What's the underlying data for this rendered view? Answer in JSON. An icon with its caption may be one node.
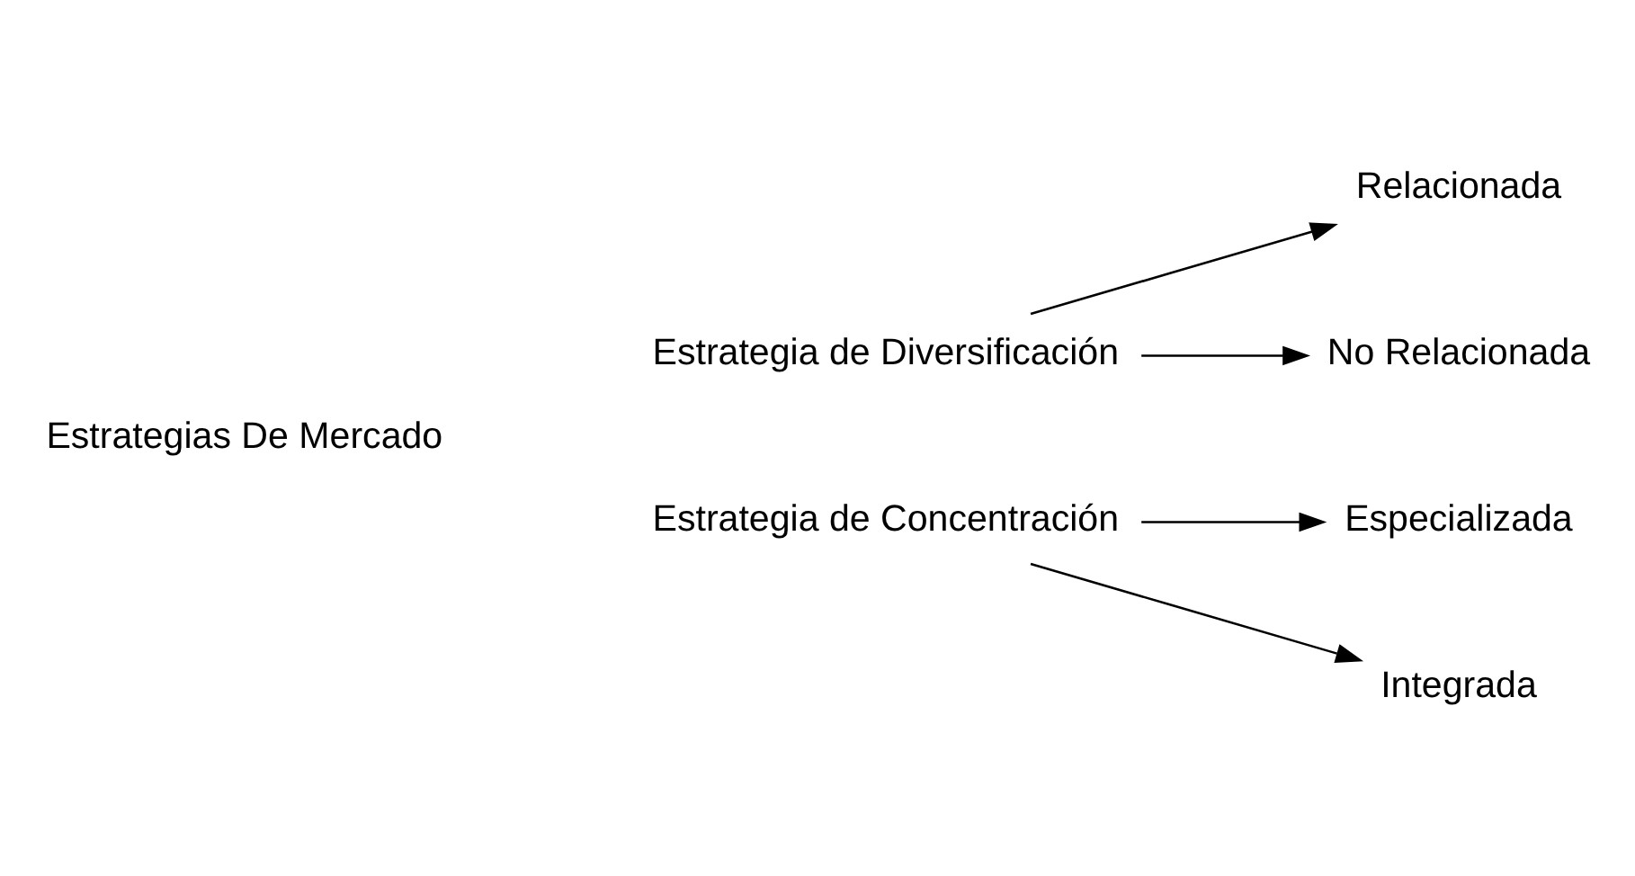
{
  "diagram": {
    "nodes": [
      {
        "text": [
          "Estrategias De Mercado"
        ]
      },
      {
        "text": [
          "Estrategia de Diversificación"
        ]
      },
      {
        "text": [
          "Relacionada"
        ]
      },
      {
        "text": [
          "No Relacionada"
        ]
      },
      {
        "text": [
          "Estrategia de Concentración"
        ]
      },
      {
        "text": [
          "Especializada"
        ]
      },
      {
        "text": [
          "Integrada"
        ]
      }
    ],
    "edges": [
      {
        "from": 1,
        "to": 2,
        "arrow": "to"
      },
      {
        "from": 1,
        "to": 3,
        "arrow": "to"
      },
      {
        "from": 4,
        "to": 5,
        "arrow": "to"
      },
      {
        "from": 4,
        "to": 6,
        "arrow": "to"
      }
    ]
  }
}
